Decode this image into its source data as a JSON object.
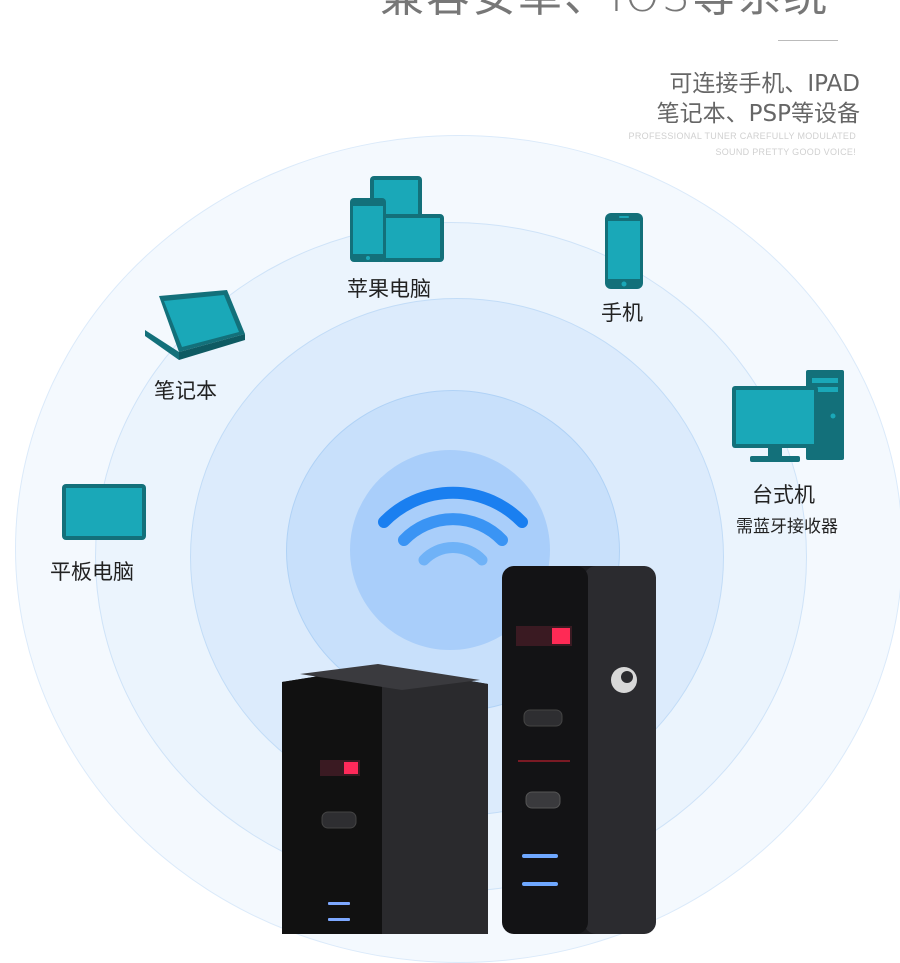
{
  "header": {
    "headline": "兼容安卓、IOS等系统",
    "sub_line1": "可连接手机、IPAD",
    "sub_line2": "笔记本、PSP等设备",
    "eng_line1": "PROFESSIONAL TUNER CAREFULLY MODULATED",
    "eng_line2": "SOUND PRETTY GOOD VOICE!"
  },
  "devices": {
    "apple_computer": "苹果电脑",
    "phone": "手机",
    "laptop": "笔记本",
    "desktop": "台式机",
    "desktop_note": "需蓝牙接收器",
    "tablet": "平板电脑"
  },
  "colors": {
    "teal": "#1aa8b8",
    "teal_dark": "#13707a",
    "wifi_blue": "#1a7ff0"
  }
}
